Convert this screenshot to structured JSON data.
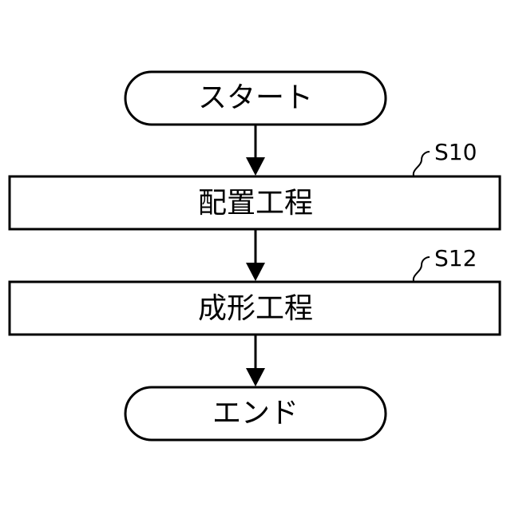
{
  "flowchart": {
    "start": {
      "label": "スタート"
    },
    "steps": [
      {
        "label": "配置工程",
        "ref": "S10"
      },
      {
        "label": "成形工程",
        "ref": "S12"
      }
    ],
    "end": {
      "label": "エンド"
    }
  },
  "colors": {
    "stroke": "#000000",
    "fill": "#ffffff",
    "text": "#000000"
  }
}
